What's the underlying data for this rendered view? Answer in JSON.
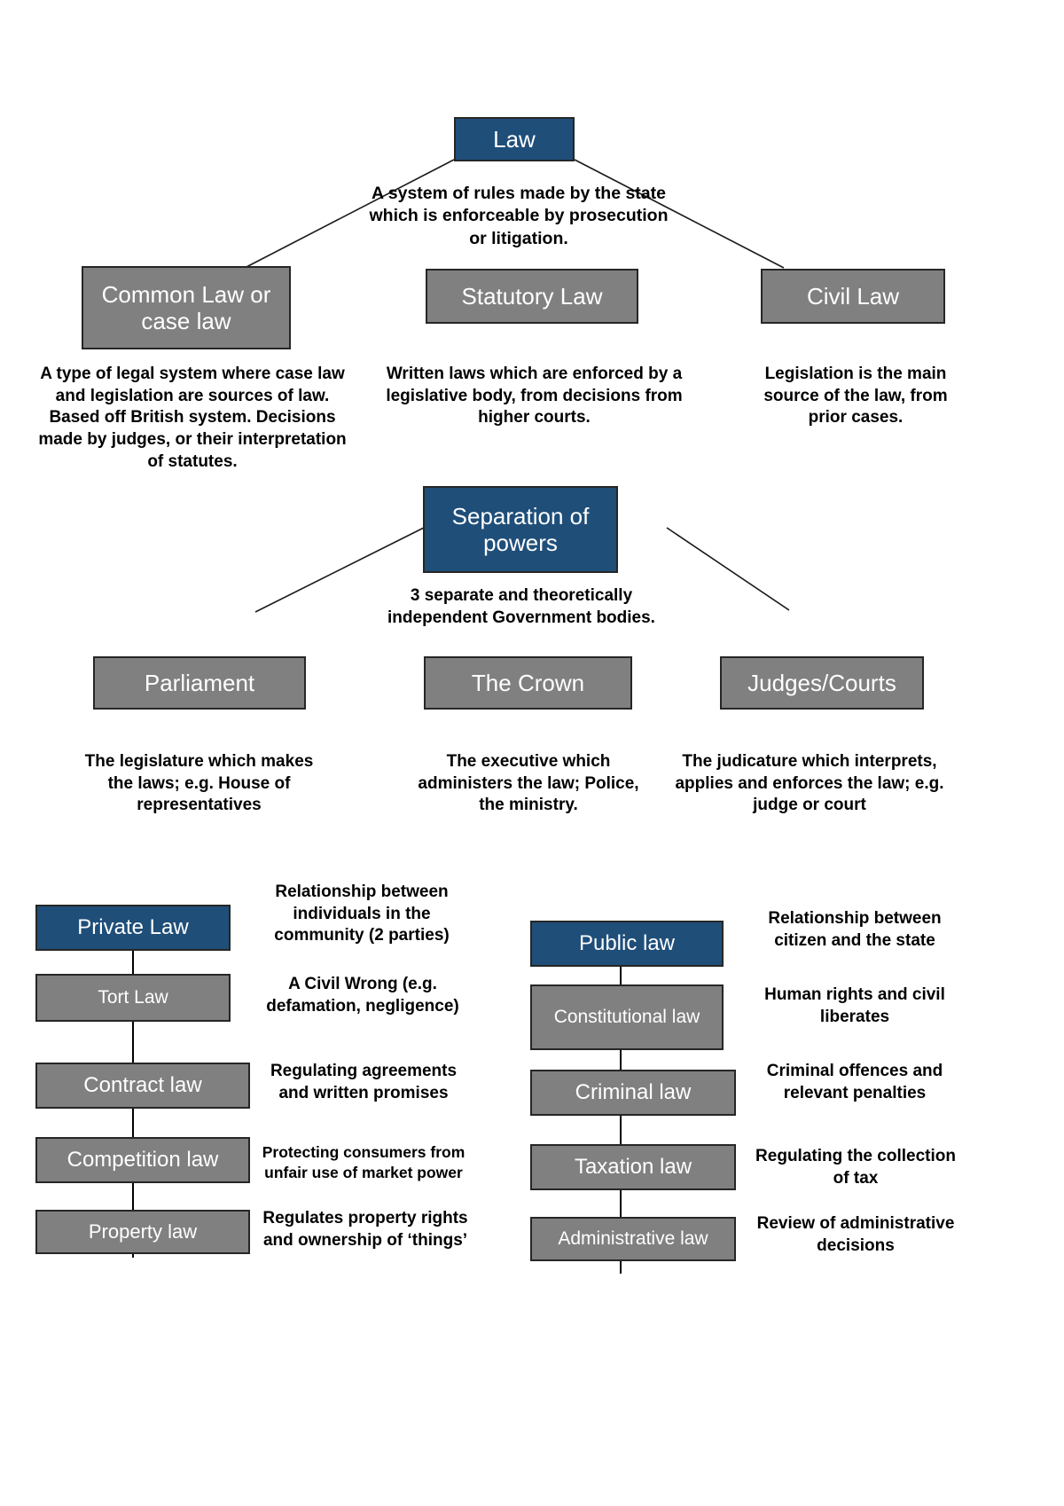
{
  "diagram": {
    "title_node": {
      "label": "Law",
      "color": "#1f4e79"
    },
    "root_caption": "A system of rules made by the state which is enforceable by prosecution or litigation.",
    "sources": [
      {
        "label": "Common Law or case law",
        "caption": "A type of legal system where case law and legislation are sources of law. Based off British system. Decisions made by judges, or their interpretation of statutes."
      },
      {
        "label": "Statutory Law",
        "caption": "Written laws which are enforced by a legislative body, from decisions from higher courts."
      },
      {
        "label": "Civil Law",
        "caption": "Legislation is the main source of the law, from prior cases."
      }
    ],
    "separation": {
      "label": "Separation of powers",
      "caption": "3 separate and theoretically independent Government bodies.",
      "branches": [
        {
          "label": "Parliament",
          "caption": "The legislature which makes the laws; e.g. House of representatives"
        },
        {
          "label": "The Crown",
          "caption": "The executive which administers the law; Police, the ministry."
        },
        {
          "label": "Judges/Courts",
          "caption": "The judicature which interprets, applies and enforces the law; e.g. judge or court"
        }
      ]
    },
    "private_law": {
      "head": {
        "label": "Private Law",
        "caption": "Relationship between individuals in the community (2 parties)"
      },
      "items": [
        {
          "label": "Tort Law",
          "caption": "A Civil Wrong (e.g. defamation, negligence)"
        },
        {
          "label": "Contract law",
          "caption": "Regulating agreements and written promises"
        },
        {
          "label": "Competition law",
          "caption": "Protecting consumers from unfair use of market power"
        },
        {
          "label": "Property law",
          "caption": "Regulates property rights and ownership of ‘things’"
        }
      ]
    },
    "public_law": {
      "head": {
        "label": "Public law",
        "caption": "Relationship between citizen and the state"
      },
      "items": [
        {
          "label": "Constitutional law",
          "caption": "Human rights and civil liberates"
        },
        {
          "label": "Criminal law",
          "caption": "Criminal offences and relevant penalties"
        },
        {
          "label": "Taxation law",
          "caption": "Regulating the collection of tax"
        },
        {
          "label": "Administrative law",
          "caption": "Review of administrative decisions"
        }
      ]
    },
    "colors": {
      "accent_blue": "#1f4e79",
      "node_gray": "#808080",
      "border": "#262626",
      "text_light": "#ffffff",
      "text_dark": "#000000"
    }
  }
}
